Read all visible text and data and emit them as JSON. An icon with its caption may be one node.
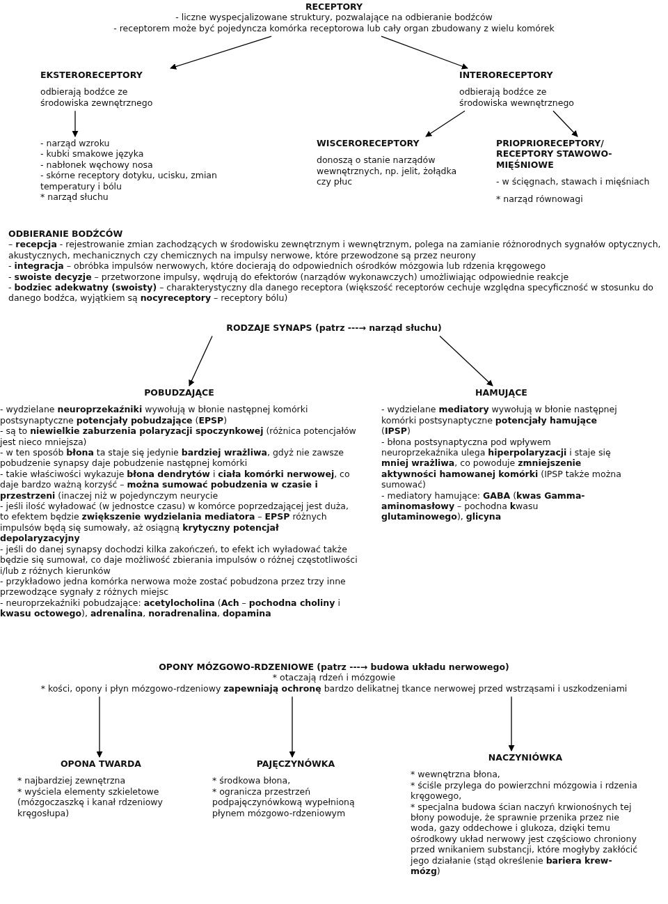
{
  "diagram": {
    "nodes": [
      {
        "text": [
          "RECEPTORY",
          "- liczne wyspecjalizowane struktury, pozwalające na odbieranie bodźców",
          "- receptorem może być pojedyncza komórka receptorowa lub cały organ zbudowany z wielu komórek"
        ]
      },
      {
        "text": [
          "EKSTERORECEPTORY",
          "odbierają bodźce ze środowiska zewnętrznego"
        ]
      },
      {
        "text": [
          "INTERORECEPTORY",
          "odbierają bodźce ze środowiska wewnętrznego"
        ]
      },
      {
        "text": [
          "- narząd wzroku",
          "- kubki smakowe języka",
          "- nabłonek węchowy nosa",
          "- skórne receptory dotyku, ucisku, zmian temperatury i bólu",
          "* narząd słuchu"
        ]
      },
      {
        "text": [
          "WISCERORECEPTORY",
          "donoszą o stanie narządów wewnętrznych, np. jelit, żołądka czy płuc"
        ]
      },
      {
        "text": [
          "PRIOPRIORECEPTORY/ RECEPTORY STAWOWO-MIĘŚNIOWE",
          "- w ścięgnach, stawach i mięśniach",
          "* narząd równowagi"
        ]
      },
      {
        "text": [
          "RODZAJE SYNAPS (patrz ---→ narząd słuchu)"
        ]
      },
      {
        "text": [
          "POBUDZAJĄCE",
          "- wydzielane **neuroprzekaźniki** wywołują w błonie następnej komórki postsynaptyczne **potencjały pobudzające** (**EPSP**)",
          "- są to **niewielkie zaburzenia polaryzacji spoczynkowej** (różnica potencjałów jest nieco mniejsza)",
          "- w ten sposób **błona** ta staje się jedynie **bardziej wrażliwa**, gdyż nie zawsze pobudzenie synapsy daje pobudzenie następnej komórki",
          "- takie właściwości wykazuje **błona dendrytów** i **ciała komórki nerwowej**, co daje bardzo ważną korzyść – **można sumować pobudzenia w czasie i przestrzeni** (inaczej niż w pojedynczym neurycie",
          "- jeśli ilość wyładować (w jednostce czasu) w komórce poprzedzającej jest duża, to efektem będzie **zwiększenie wydzielania mediatora** – **EPSP** różnych impulsów będą się sumowały, aż osiągną **krytyczny potencjał depolaryzacyjny**",
          "- jeśli do danej synapsy dochodzi kilka zakończeń, to efekt ich wyładować także będzie się sumował, co daje możliwość zbierania impulsów o różnej częstotliwości i/lub z różnych kierunków",
          "- przykładowo jedna komórka nerwowa może zostać pobudzona przez trzy inne przewodzące sygnały z różnych miejsc",
          "- neuroprzekaźniki pobudzające: **acetylocholina** (**Ach** – **pochodna choliny** i **kwasu octowego**), **adrenalina**, **noradrenalina**, **dopamina**"
        ]
      },
      {
        "text": [
          "HAMUJĄCE",
          "- wydzielane **mediatory** wywołują w błonie następnej komórki postsynaptyczne **potencjały hamujące** (**IPSP**)",
          "- błona postsynaptyczna pod wpływem neuroprzekaźnika ulega **hiperpolaryzacji** i staje się **mniej wrażliwa**, co powoduje **zmniejszenie aktywności hamowanej komórki** (IPSP także można sumować)",
          "- mediatory hamujące: **GABA** (**kwas Gamma-aminomasłowy** – pochodna **k**wasu **glutaminowego**), **glicyna**"
        ]
      },
      {
        "text": [
          "OPONY MÓZGOWO-RDZENIOWE (patrz ---→ budowa układu nerwowego)",
          "* otaczają rdzeń i mózgowie",
          "* kości, opony i płyn mózgowo-rdzeniowy **zapewniają ochronę** bardzo delikatnej tkance nerwowej przed wstrząsami i uszkodzeniami"
        ]
      },
      {
        "text": [
          "OPONA TWARDA",
          "* najbardziej zewnętrzna",
          "* wyściela elementy szkieletowe (mózgoczaszkę i kanał rdzeniowy kręgosłupa)"
        ]
      },
      {
        "text": [
          "PAJĘCZYNÓWKA",
          "* środkowa błona,",
          "* ogranicza przestrzeń podpajęczynówkową wypełnioną płynem mózgowo-rdzeniowym"
        ]
      },
      {
        "text": [
          "NACZYNIÓWKA",
          "* wewnętrzna błona,",
          "* ściśle przylega do powierzchni mózgowia i rdzenia kręgowego,",
          "* specjalna budowa ścian naczyń krwionośnych tej błony powoduje, że sprawnie przenika przez nie woda, gazy oddechowe i glukoza, dzięki temu ośrodkowy układ nerwowy jest częściowo chroniony przed wnikaniem substancji, które mogłyby zakłócić jego działanie (stąd określenie **bariera krew-mózg**)"
        ]
      }
    ],
    "edges": [
      {
        "from": 0,
        "to": 1,
        "arrow": "to"
      },
      {
        "from": 0,
        "to": 2,
        "arrow": "to"
      },
      {
        "from": 1,
        "to": 3,
        "arrow": "to"
      },
      {
        "from": 2,
        "to": 4,
        "arrow": "to"
      },
      {
        "from": 2,
        "to": 5,
        "arrow": "to"
      },
      {
        "from": 6,
        "to": 7,
        "arrow": "to"
      },
      {
        "from": 6,
        "to": 8,
        "arrow": "to"
      },
      {
        "from": 9,
        "to": 10,
        "arrow": "to"
      },
      {
        "from": 9,
        "to": 11,
        "arrow": "to"
      },
      {
        "from": 9,
        "to": 12,
        "arrow": "to"
      }
    ],
    "labels": [
      "ODBIERANIE BODŹCÓW",
      "– **recepcja** - rejestrowanie zmian zachodzących w środowisku zewnętrznym i wewnętrznym, polega na zamianie różnorodnych sygnałów optycznych, akustycznych, mechanicznych czy chemicznych na impulsy nerwowe, które przewodzone są przez neurony",
      "- **integracja** – obróbka impulsów nerwowych, które docierają do odpowiednich ośrodków mózgowia lub rdzenia kręgowego",
      "- **swoiste decyzje** – przetworzone impulsy, wędrują do efektorów (narządów wykonawczych) umożliwiając odpowiednie reakcje",
      "- **bodziec adekwatny (swoisty)** – charakterystyczny dla danego receptora (większość receptorów cechuje względna specyficzność w stosunku do danego bodźca, wyjątkiem są **nocyreceptory** – receptory bólu)"
    ]
  }
}
